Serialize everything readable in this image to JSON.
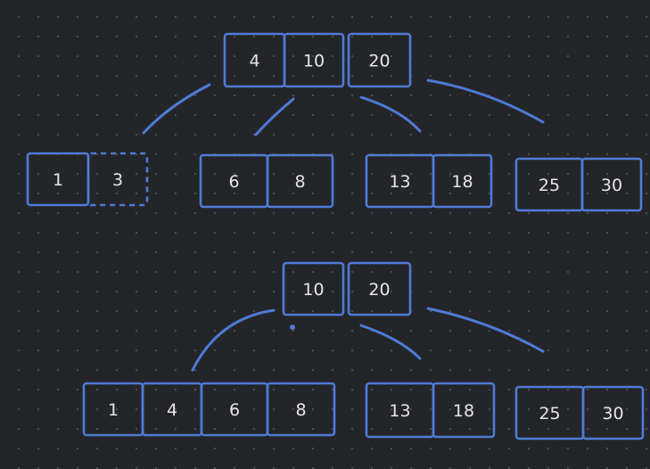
{
  "diagram": {
    "stroke_color": "#4f7bd6",
    "background_color": "#232529",
    "text_color": "#e6e6e6",
    "top_tree": {
      "root": [
        "4",
        "10",
        "20"
      ],
      "leaves": [
        {
          "keys": [
            "1",
            "3"
          ],
          "dashed": [
            "3"
          ]
        },
        {
          "keys": [
            "6",
            "8"
          ]
        },
        {
          "keys": [
            "13",
            "18"
          ]
        },
        {
          "keys": [
            "25",
            "30"
          ]
        }
      ]
    },
    "bottom_tree": {
      "root": [
        "10",
        "20"
      ],
      "leaves": [
        {
          "keys": [
            "1",
            "4",
            "6",
            "8"
          ]
        },
        {
          "keys": [
            "13",
            "18"
          ]
        },
        {
          "keys": [
            "25",
            "30"
          ]
        }
      ]
    }
  }
}
